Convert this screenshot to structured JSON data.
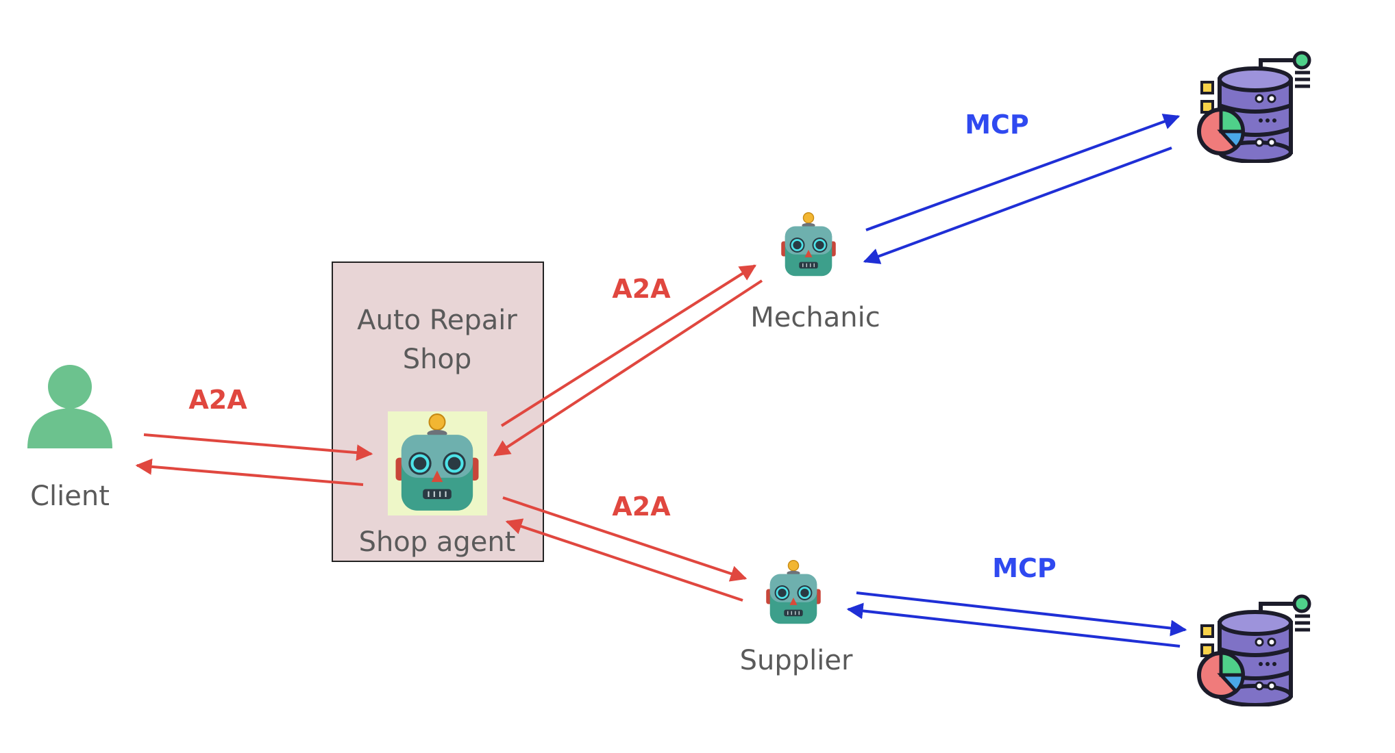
{
  "nodes": {
    "client": {
      "label": "Client"
    },
    "shop": {
      "title_line1": "Auto Repair",
      "title_line2": "Shop",
      "agent_label": "Shop agent"
    },
    "mechanic": {
      "label": "Mechanic"
    },
    "supplier": {
      "label": "Supplier"
    }
  },
  "edges": {
    "client_shop": {
      "protocol": "A2A"
    },
    "shop_mechanic": {
      "protocol": "A2A"
    },
    "shop_supplier": {
      "protocol": "A2A"
    },
    "mechanic_db": {
      "protocol": "MCP"
    },
    "supplier_db": {
      "protocol": "MCP"
    }
  },
  "colors": {
    "a2a": "#e0473f",
    "mcp": "#1f2fd6",
    "client_icon": "#6cc28e",
    "shop_box_fill": "#e8d5d6",
    "shop_box_border": "#222222",
    "agent_highlight": "#eef7c8",
    "db_body": "#7f72c6",
    "db_outline": "#1c1c2a"
  },
  "icons": {
    "client": "person-icon",
    "shop_agent": "robot-icon",
    "mechanic": "robot-icon",
    "supplier": "robot-icon",
    "mechanic_db": "database-icon",
    "supplier_db": "database-icon"
  }
}
